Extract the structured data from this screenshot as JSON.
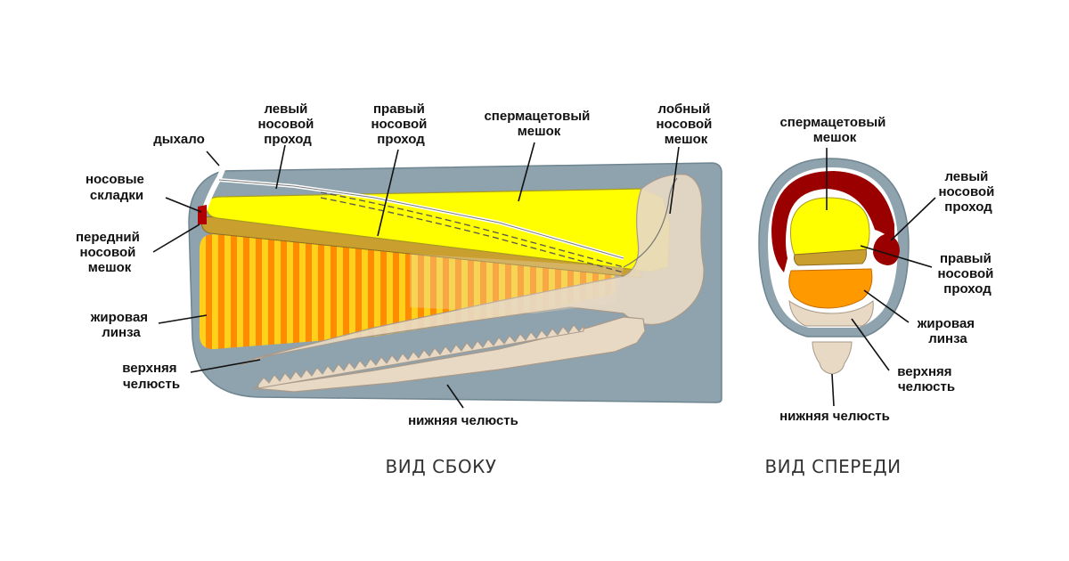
{
  "side_view": {
    "caption": "ВИД СБОКУ",
    "labels": {
      "blowhole": "дыхало",
      "nasal_folds": [
        "носовые",
        "складки"
      ],
      "anterior_sac": [
        "передний",
        "носовой",
        "мешок"
      ],
      "fat_lens": [
        "жировая",
        "линза"
      ],
      "upper_jaw": [
        "верхняя",
        "челюсть"
      ],
      "left_passage": [
        "левый",
        "носовой",
        "проход"
      ],
      "right_passage": [
        "правый",
        "носовой",
        "проход"
      ],
      "spermaceti_sac": [
        "спермацетовый",
        "мешок"
      ],
      "frontal_sac": [
        "лобный",
        "носовой",
        "мешок"
      ],
      "lower_jaw": "нижняя челюсть"
    }
  },
  "front_view": {
    "caption": "ВИД СПЕРЕДИ",
    "labels": {
      "spermaceti_sac": [
        "спермацетовый",
        "мешок"
      ],
      "left_passage": [
        "левый",
        "носовой",
        "проход"
      ],
      "right_passage": [
        "правый",
        "носовой",
        "проход"
      ],
      "fat_lens": [
        "жировая",
        "линза"
      ],
      "upper_jaw": [
        "верхняя",
        "челюсть"
      ],
      "lower_jaw": "нижняя челюсть"
    }
  },
  "colors": {
    "body": "#8ea3ad",
    "spermaceti": "#ffff00",
    "fat_lens_light": "#ffd11a",
    "fat_lens_dark": "#ff8c00",
    "bone": "#e7d9c3",
    "left_passage": "#9b0000",
    "junk_band": "#c9a030"
  }
}
